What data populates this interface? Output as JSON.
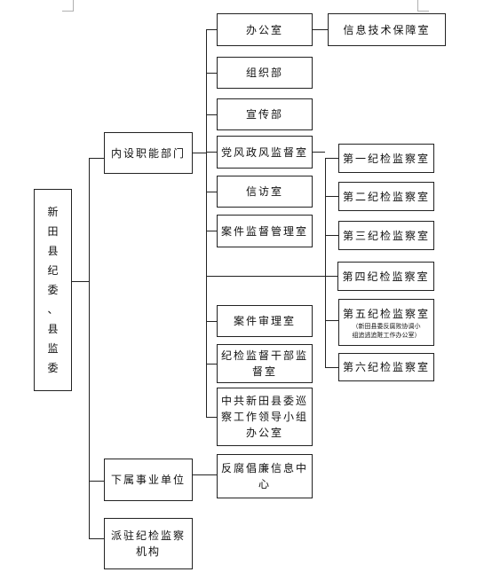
{
  "root": {
    "chars": [
      "新",
      "田",
      "县",
      "纪",
      "委",
      "、",
      "县",
      "监",
      "委"
    ]
  },
  "branches": {
    "internal": "内设职能部门",
    "affiliated": "下属事业单位",
    "dispatched": [
      "派驻纪检监察",
      "机构"
    ]
  },
  "departments": {
    "office": "办公室",
    "info_tech": "信息技术保障室",
    "organization": "组织部",
    "publicity": "宣传部",
    "style": "党风政风监督室",
    "petition": "信访室",
    "case_management": "案件监督管理室",
    "case_trial": "案件审理室",
    "cadre": [
      "纪检监督干部监",
      "督室"
    ],
    "inspection": [
      "中共新田县委巡",
      "察工作领导小组",
      "办公室"
    ]
  },
  "rooms": {
    "r1": "第一纪检监察室",
    "r2": "第二纪检监察室",
    "r3": "第三纪检监察室",
    "r4": "第四纪检监察室",
    "r5": "第五纪检监察室",
    "r5_note": [
      "（新田县委反腐败协调小",
      "组追逃追赃工作办公室）"
    ],
    "r6": "第六纪检监察室"
  },
  "public_institution": [
    "反腐倡廉信息中",
    "心"
  ]
}
